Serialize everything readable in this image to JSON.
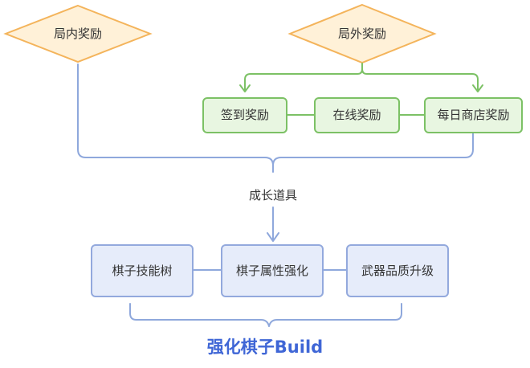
{
  "colors": {
    "diamond_fill": "#FFF1D8",
    "diamond_stroke": "#F4B45B",
    "green_fill": "#E8F6E1",
    "green_stroke": "#7CC165",
    "blue_fill": "#E6ECFA",
    "blue_stroke": "#8FA8DC",
    "title_color": "#3F66D6"
  },
  "top": {
    "in_game_reward": "局内奖励",
    "out_game_reward": "局外奖励"
  },
  "rewards": [
    {
      "label": "签到奖励"
    },
    {
      "label": "在线奖励"
    },
    {
      "label": "每日商店奖励"
    }
  ],
  "merge_label": "成长道具",
  "upgrades": [
    {
      "label": "棋子技能树"
    },
    {
      "label": "棋子属性强化"
    },
    {
      "label": "武器品质升级"
    }
  ],
  "footer_title": "强化棋子Build"
}
